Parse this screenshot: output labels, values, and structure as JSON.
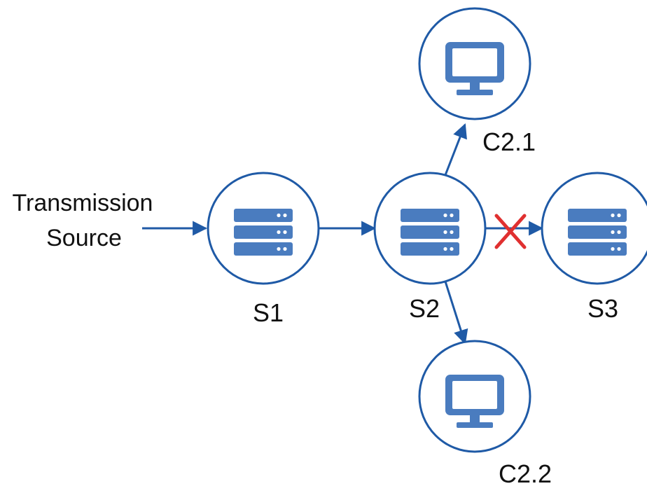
{
  "colors": {
    "primary": "#1f5aa6",
    "icon": "#4a7cbf",
    "blocked": "#e03030",
    "text": "#111111"
  },
  "source": {
    "line1": "Transmission",
    "line2": "Source"
  },
  "nodes": {
    "s1": {
      "label": "S1",
      "kind": "server",
      "icon": "server-icon"
    },
    "s2": {
      "label": "S2",
      "kind": "server",
      "icon": "server-icon"
    },
    "s3": {
      "label": "S3",
      "kind": "server",
      "icon": "server-icon"
    },
    "c21": {
      "label": "C2.1",
      "kind": "client",
      "icon": "monitor-icon"
    },
    "c22": {
      "label": "C2.2",
      "kind": "client",
      "icon": "monitor-icon"
    }
  },
  "edges": [
    {
      "from": "source",
      "to": "s1",
      "blocked": false
    },
    {
      "from": "s1",
      "to": "s2",
      "blocked": false
    },
    {
      "from": "s2",
      "to": "c21",
      "blocked": false
    },
    {
      "from": "s2",
      "to": "c22",
      "blocked": false
    },
    {
      "from": "s2",
      "to": "s3",
      "blocked": true
    }
  ]
}
